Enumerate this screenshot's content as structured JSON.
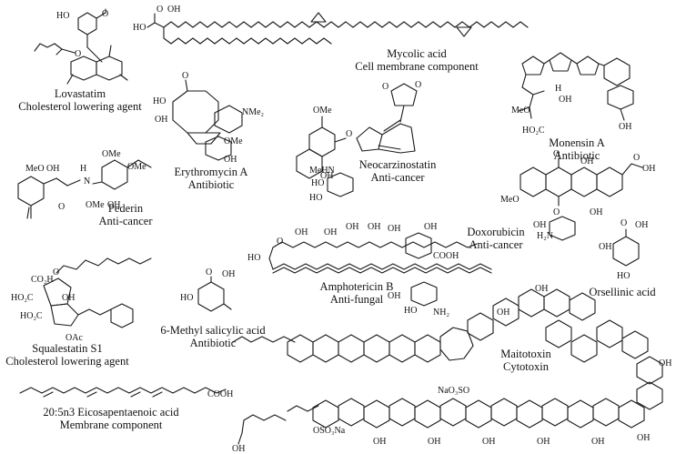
{
  "compounds": {
    "lovastatin": {
      "name": "Lovastatim",
      "activity": "Cholesterol lowering agent"
    },
    "mycolic": {
      "name": "Mycolic acid",
      "activity": "Cell membrane component"
    },
    "monensin": {
      "name": "Monensin A",
      "activity": "Antibiotic"
    },
    "erythromycin": {
      "name": "Erythromycin A",
      "activity": "Antibiotic"
    },
    "neocarzinostatin": {
      "name": "Neocarzinostatin",
      "activity": "Anti-cancer"
    },
    "pederin": {
      "name": "Pederin",
      "activity": "Anti-cancer"
    },
    "doxorubicin": {
      "name": "Doxorubicin",
      "activity": "Anti-cancer"
    },
    "amphotericin": {
      "name": "Amphotericin B",
      "activity": "Anti-fungal"
    },
    "orsellinic": {
      "name": "Orsellinic acid",
      "activity": ""
    },
    "methylsalicylic": {
      "name": "6-Methyl salicylic acid",
      "activity": "Antibiotic"
    },
    "squalestatin": {
      "name": "Squalestatin S1",
      "activity": "Cholesterol lowering agent"
    },
    "maitotoxin": {
      "name": "Maitotoxin",
      "activity": "Cytotoxin"
    },
    "epa": {
      "name": "20:5n3 Eicosapentaenoic acid",
      "activity": "Membrane component"
    }
  },
  "atom_labels": {
    "ho": "HO",
    "oh": "OH",
    "o": "O",
    "cooh": "COOH",
    "meo": "MeO",
    "ome": "OMe",
    "nme2": "NMe₂",
    "n": "N",
    "h": "H",
    "meo_oh": "MeO OH",
    "co2h": "CO₂H",
    "ho2c": "HO₂C",
    "oac": "OAc",
    "nh2": "NH₂",
    "meHN": "MeHN",
    "h2n": "H₂N",
    "naoso": "NaO₃SO",
    "oso3na": "OSO₃Na"
  }
}
